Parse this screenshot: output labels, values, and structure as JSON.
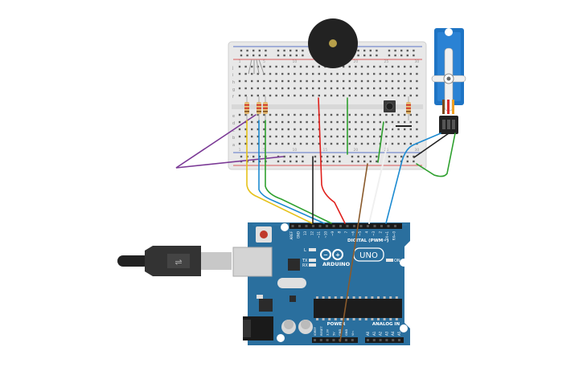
{
  "arduino": {
    "brand": "ARDUINO",
    "model": "UNO",
    "digital_label": "DIGITAL (PWM~)",
    "analog_label": "ANALOG IN",
    "power_label": "POWER",
    "on_label": "ON",
    "l_label": "L",
    "tx_label": "TX",
    "rx_label": "RX",
    "digital_pins": [
      "AREF",
      "GND",
      "13",
      "12",
      "~11",
      "~10",
      "~9",
      "8",
      "7",
      "~6",
      "~5",
      "4",
      "~3",
      "2",
      "TX→1",
      "RX←0"
    ],
    "analog_pins": [
      "A0",
      "A1",
      "A2",
      "A3",
      "A4",
      "A5"
    ],
    "power_pins": [
      "IOREF",
      "RESET",
      "3.3V",
      "5V",
      "GND",
      "GND",
      "Vin"
    ]
  },
  "breadboard": {
    "row_letters_top": [
      "j",
      "i",
      "h",
      "g",
      "f"
    ],
    "row_letters_bottom": [
      "e",
      "d",
      "c",
      "b",
      "a"
    ],
    "columns": [
      "1",
      "5",
      "10",
      "15",
      "20",
      "25",
      "30"
    ]
  },
  "colors": {
    "board_blue": "#2a6f9e",
    "breadboard": "#e8e8e8",
    "wire_red": "#e0201c",
    "wire_green": "#2ea02e",
    "wire_yellow": "#e6c21a",
    "wire_purple": "#7b3a96",
    "wire_blue": "#1d8bd1",
    "wire_brown": "#8a5a2b",
    "wire_black": "#222222",
    "servo_blue": "#1e74c4"
  }
}
